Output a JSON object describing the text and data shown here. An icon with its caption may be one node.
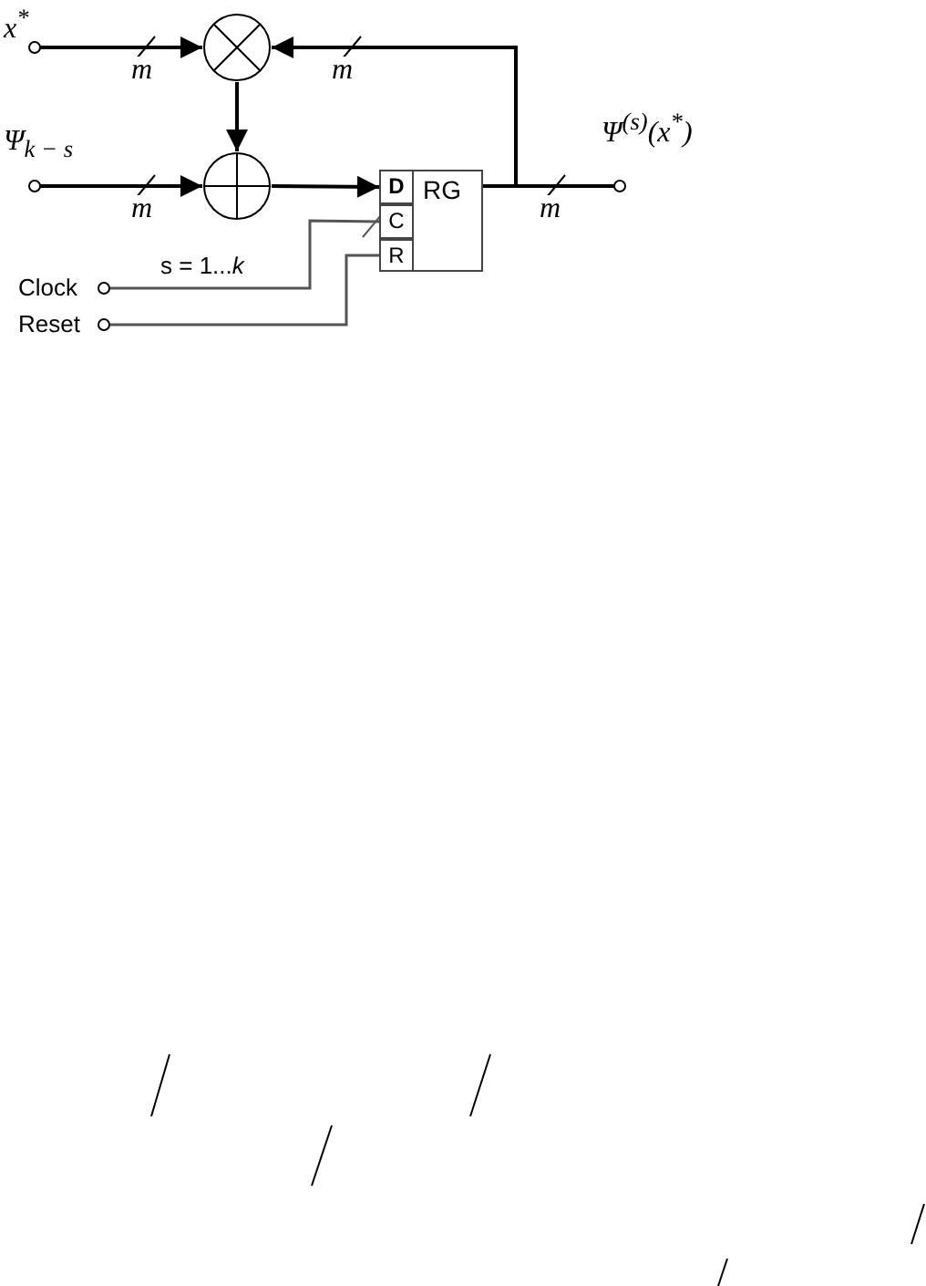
{
  "diagram": {
    "nodes": [
      {
        "text": [
          "x$^{*}$"
        ]
      },
      {
        "text": [],
        "shape": "circle"
      },
      {
        "text": [
          "Ψ$_{k − s}$"
        ]
      },
      {
        "text": [],
        "shape": "circle"
      },
      {
        "text": [
          "RG"
        ]
      },
      {
        "text": [
          "D"
        ],
        "in": 4
      },
      {
        "text": [
          "C"
        ],
        "in": 4
      },
      {
        "text": [
          "R"
        ],
        "in": 4
      },
      {
        "text": [
          "Clock"
        ]
      },
      {
        "text": [
          "Reset"
        ]
      },
      {
        "text": [
          "Ψ$^{(s)}$(x$^{*}$)"
        ]
      }
    ],
    "edges": [
      {
        "from": 0,
        "to": 1,
        "arrow": "to",
        "label": "m"
      },
      {
        "from": 2,
        "to": 3,
        "arrow": "to",
        "label": "m"
      },
      {
        "from": 1,
        "to": 3,
        "arrow": "to"
      },
      {
        "from": 3,
        "to": 5,
        "arrow": "to"
      },
      {
        "from": 4,
        "to": 10,
        "arrow": "none",
        "label": "m"
      },
      {
        "from": 4,
        "to": 1,
        "arrow": "to",
        "label": "m"
      },
      {
        "from": 8,
        "to": 6,
        "arrow": "none",
        "label": "s = 1...*k*",
        "color": "#555555"
      },
      {
        "from": 9,
        "to": 7,
        "arrow": "none",
        "color": "#555555"
      }
    ]
  }
}
